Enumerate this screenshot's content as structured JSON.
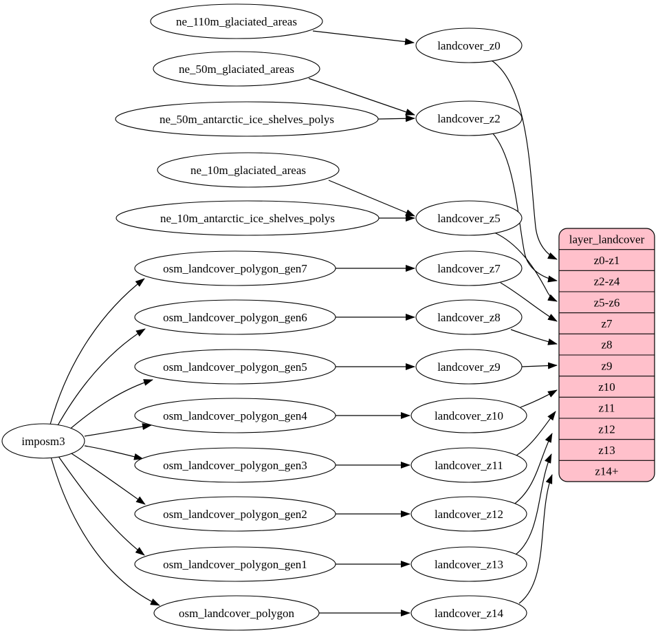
{
  "diagram": {
    "type": "dependency-graph",
    "background": "#ffffff",
    "node_fill": "#ffffff",
    "node_stroke": "#000000",
    "edge_color": "#000000",
    "nodes": [
      {
        "id": "imposm3",
        "label": "imposm3"
      },
      {
        "id": "ne_110m_glaciated_areas",
        "label": "ne_110m_glaciated_areas"
      },
      {
        "id": "ne_50m_glaciated_areas",
        "label": "ne_50m_glaciated_areas"
      },
      {
        "id": "ne_50m_antarctic_ice_shelves_polys",
        "label": "ne_50m_antarctic_ice_shelves_polys"
      },
      {
        "id": "ne_10m_glaciated_areas",
        "label": "ne_10m_glaciated_areas"
      },
      {
        "id": "ne_10m_antarctic_ice_shelves_polys",
        "label": "ne_10m_antarctic_ice_shelves_polys"
      },
      {
        "id": "osm_landcover_polygon_gen7",
        "label": "osm_landcover_polygon_gen7"
      },
      {
        "id": "osm_landcover_polygon_gen6",
        "label": "osm_landcover_polygon_gen6"
      },
      {
        "id": "osm_landcover_polygon_gen5",
        "label": "osm_landcover_polygon_gen5"
      },
      {
        "id": "osm_landcover_polygon_gen4",
        "label": "osm_landcover_polygon_gen4"
      },
      {
        "id": "osm_landcover_polygon_gen3",
        "label": "osm_landcover_polygon_gen3"
      },
      {
        "id": "osm_landcover_polygon_gen2",
        "label": "osm_landcover_polygon_gen2"
      },
      {
        "id": "osm_landcover_polygon_gen1",
        "label": "osm_landcover_polygon_gen1"
      },
      {
        "id": "osm_landcover_polygon",
        "label": "osm_landcover_polygon"
      },
      {
        "id": "landcover_z0",
        "label": "landcover_z0"
      },
      {
        "id": "landcover_z2",
        "label": "landcover_z2"
      },
      {
        "id": "landcover_z5",
        "label": "landcover_z5"
      },
      {
        "id": "landcover_z7",
        "label": "landcover_z7"
      },
      {
        "id": "landcover_z8",
        "label": "landcover_z8"
      },
      {
        "id": "landcover_z9",
        "label": "landcover_z9"
      },
      {
        "id": "landcover_z10",
        "label": "landcover_z10"
      },
      {
        "id": "landcover_z11",
        "label": "landcover_z11"
      },
      {
        "id": "landcover_z12",
        "label": "landcover_z12"
      },
      {
        "id": "landcover_z13",
        "label": "landcover_z13"
      },
      {
        "id": "landcover_z14",
        "label": "landcover_z14"
      }
    ],
    "table": {
      "id": "layer_landcover",
      "title": "layer_landcover",
      "fill": "#ffc0cb",
      "stroke": "#000000",
      "rows": [
        "z0-z1",
        "z2-z4",
        "z5-z6",
        "z7",
        "z8",
        "z9",
        "z10",
        "z11",
        "z12",
        "z13",
        "z14+"
      ]
    },
    "edges": [
      {
        "from": "ne_110m_glaciated_areas",
        "to": "landcover_z0"
      },
      {
        "from": "ne_50m_glaciated_areas",
        "to": "landcover_z2"
      },
      {
        "from": "ne_50m_antarctic_ice_shelves_polys",
        "to": "landcover_z2"
      },
      {
        "from": "ne_10m_glaciated_areas",
        "to": "landcover_z5"
      },
      {
        "from": "ne_10m_antarctic_ice_shelves_polys",
        "to": "landcover_z5"
      },
      {
        "from": "imposm3",
        "to": "osm_landcover_polygon_gen7"
      },
      {
        "from": "imposm3",
        "to": "osm_landcover_polygon_gen6"
      },
      {
        "from": "imposm3",
        "to": "osm_landcover_polygon_gen5"
      },
      {
        "from": "imposm3",
        "to": "osm_landcover_polygon_gen4"
      },
      {
        "from": "imposm3",
        "to": "osm_landcover_polygon_gen3"
      },
      {
        "from": "imposm3",
        "to": "osm_landcover_polygon_gen2"
      },
      {
        "from": "imposm3",
        "to": "osm_landcover_polygon_gen1"
      },
      {
        "from": "imposm3",
        "to": "osm_landcover_polygon"
      },
      {
        "from": "osm_landcover_polygon_gen7",
        "to": "landcover_z7"
      },
      {
        "from": "osm_landcover_polygon_gen6",
        "to": "landcover_z8"
      },
      {
        "from": "osm_landcover_polygon_gen5",
        "to": "landcover_z9"
      },
      {
        "from": "osm_landcover_polygon_gen4",
        "to": "landcover_z10"
      },
      {
        "from": "osm_landcover_polygon_gen3",
        "to": "landcover_z11"
      },
      {
        "from": "osm_landcover_polygon_gen2",
        "to": "landcover_z12"
      },
      {
        "from": "osm_landcover_polygon_gen1",
        "to": "landcover_z13"
      },
      {
        "from": "osm_landcover_polygon",
        "to": "landcover_z14"
      },
      {
        "from": "landcover_z0",
        "to": "layer_landcover:z0-z1"
      },
      {
        "from": "landcover_z2",
        "to": "layer_landcover:z2-z4"
      },
      {
        "from": "landcover_z5",
        "to": "layer_landcover:z5-z6"
      },
      {
        "from": "landcover_z7",
        "to": "layer_landcover:z7"
      },
      {
        "from": "landcover_z8",
        "to": "layer_landcover:z8"
      },
      {
        "from": "landcover_z9",
        "to": "layer_landcover:z9"
      },
      {
        "from": "landcover_z10",
        "to": "layer_landcover:z10"
      },
      {
        "from": "landcover_z11",
        "to": "layer_landcover:z11"
      },
      {
        "from": "landcover_z12",
        "to": "layer_landcover:z12"
      },
      {
        "from": "landcover_z13",
        "to": "layer_landcover:z13"
      },
      {
        "from": "landcover_z14",
        "to": "layer_landcover:z14+"
      }
    ]
  }
}
